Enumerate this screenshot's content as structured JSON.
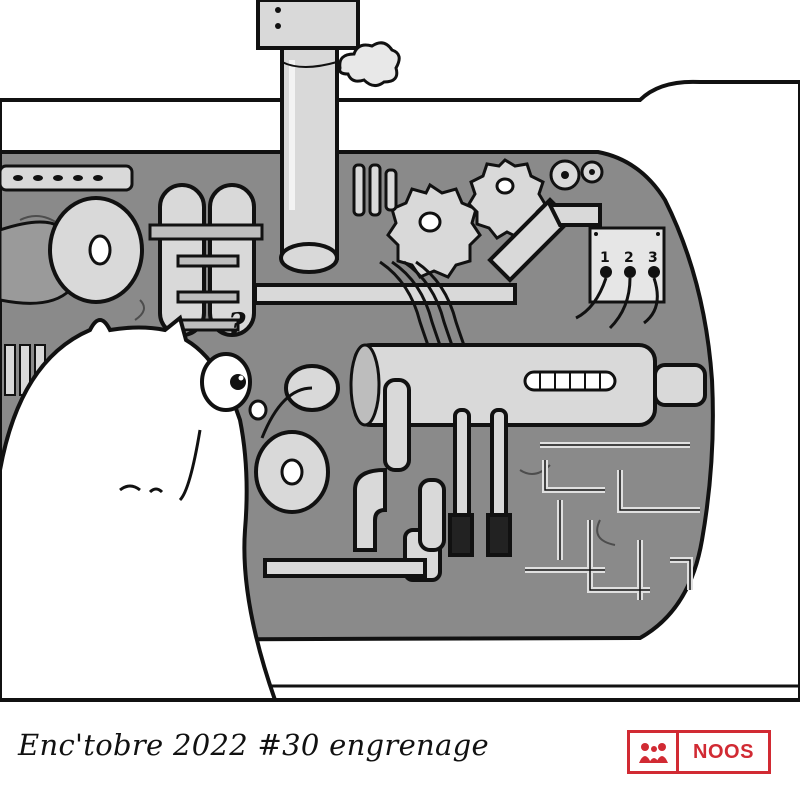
{
  "caption": "Enc'tobre 2022 #30 engrenage",
  "logo": {
    "text": "NOOS",
    "icon": "family-icon",
    "color": "#d12a33"
  },
  "panel": {
    "labels": [
      "1",
      "2",
      "3"
    ],
    "question_mark": "?"
  },
  "colors": {
    "machine_bg": "#8a8a8a",
    "metal": "#d9d9d9",
    "outline": "#111111",
    "accent": "#d12a33"
  }
}
